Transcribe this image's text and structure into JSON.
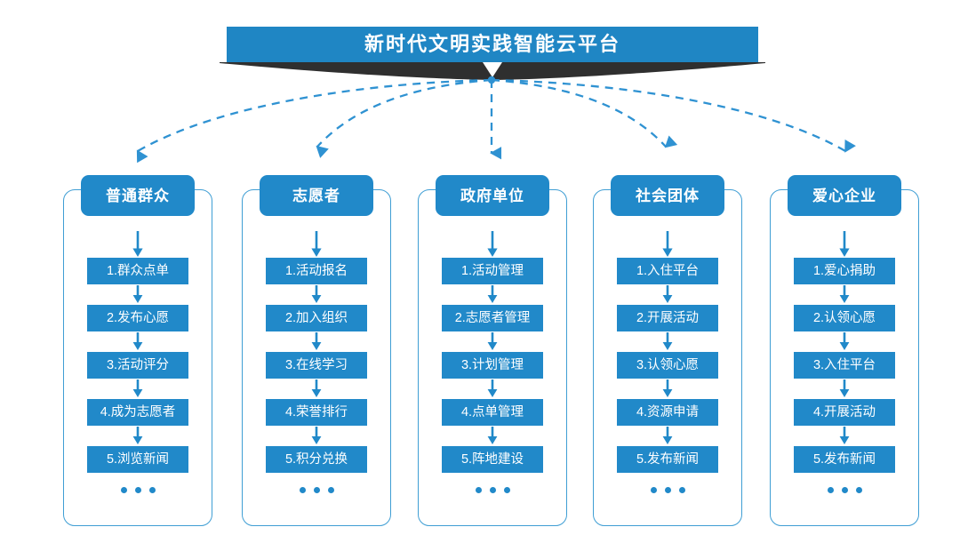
{
  "title": {
    "text": "新时代文明实践智能云平台",
    "banner_color": "#1f86c4",
    "ribbon_color": "#2f2f2f"
  },
  "theme": {
    "box_blue": "#2189c9",
    "border_blue": "#3f9ed4",
    "connector_blue": "#3196d6",
    "text_white": "#ffffff"
  },
  "ellipsis": "•••",
  "columns": [
    {
      "header": "普通群众",
      "items": [
        "1.群众点单",
        "2.发布心愿",
        "3.活动评分",
        "4.成为志愿者",
        "5.浏览新闻"
      ]
    },
    {
      "header": "志愿者",
      "items": [
        "1.活动报名",
        "2.加入组织",
        "3.在线学习",
        "4.荣誉排行",
        "5.积分兑换"
      ]
    },
    {
      "header": "政府单位",
      "items": [
        "1.活动管理",
        "2.志愿者管理",
        "3.计划管理",
        "4.点单管理",
        "5.阵地建设"
      ]
    },
    {
      "header": "社会团体",
      "items": [
        "1.入住平台",
        "2.开展活动",
        "3.认领心愿",
        "4.资源申请",
        "5.发布新闻"
      ]
    },
    {
      "header": "爱心企业",
      "items": [
        "1.爱心捐助",
        "2.认领心愿",
        "3.入住平台",
        "4.开展活动",
        "5.发布新闻"
      ]
    }
  ]
}
